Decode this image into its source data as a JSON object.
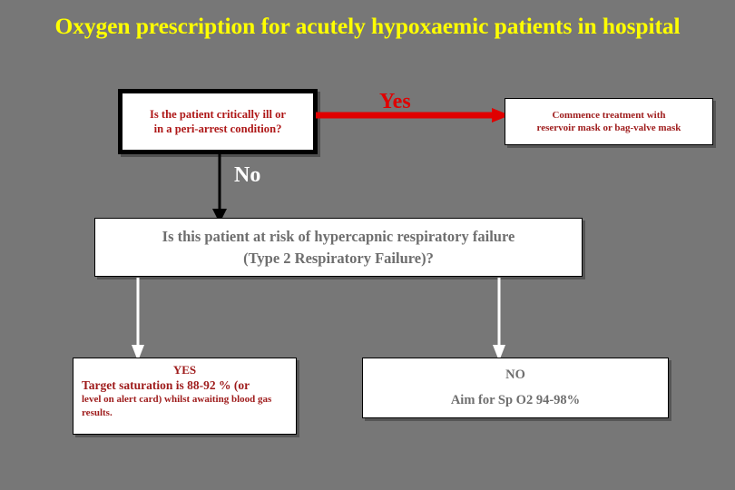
{
  "title": "Oxygen prescription for acutely hypoxaemic patients in hospital",
  "colors": {
    "background": "#777777",
    "title": "#FFFF00",
    "dark_red": "#9E1B1B",
    "bright_red": "#E00000",
    "gray_text": "#6E6E6E",
    "white": "#FFFFFF",
    "black": "#000000"
  },
  "nodes": {
    "critical_question": {
      "line1": "Is the patient critically ill or",
      "line2": "in a peri-arrest condition?"
    },
    "commence_treatment": {
      "line1": "Commence treatment with",
      "line2": "reservoir mask or bag-valve mask"
    },
    "hypercapnic_question": {
      "line1": "Is this patient at risk of hypercapnic respiratory failure",
      "line2": "(Type 2 Respiratory Failure)?"
    },
    "yes_outcome": {
      "heading": "YES",
      "line1": "Target saturation is 88-92 % (or",
      "line2": "level on alert card) whilst awaiting blood gas results."
    },
    "no_outcome": {
      "heading": "NO",
      "line1": "Aim for Sp O2  94-98%"
    }
  },
  "edges": {
    "yes_label": "Yes",
    "no_label": "No"
  }
}
